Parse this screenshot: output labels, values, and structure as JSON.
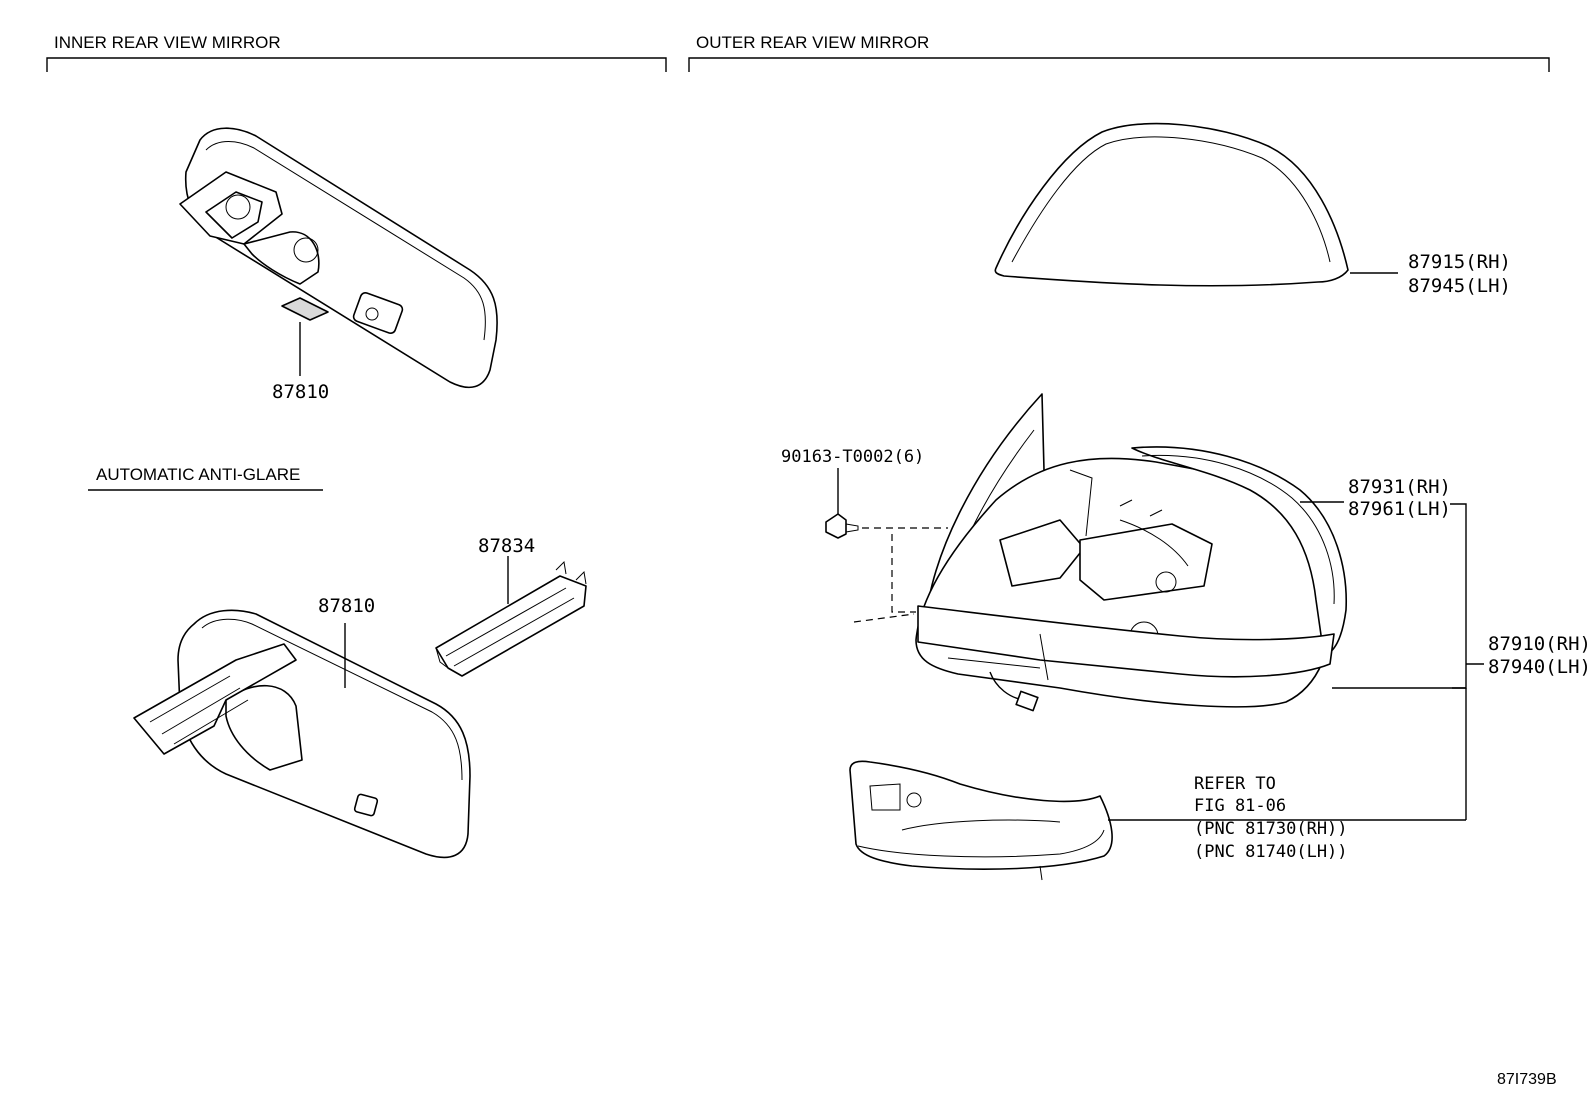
{
  "sections": {
    "inner_title": "INNER REAR VIEW MIRROR",
    "outer_title": "OUTER REAR VIEW MIRROR",
    "anti_glare_title": "AUTOMATIC ANTI-GLARE"
  },
  "parts": {
    "inner_mirror_pn": "87810",
    "anti_glare_mirror_pn": "87810",
    "bracket_pn": "87834",
    "screw_pn": "90163-T0002(6)",
    "cover_rh": "87915(RH)",
    "cover_lh": "87945(LH)",
    "glass_rh": "87931(RH)",
    "glass_lh": "87961(LH)",
    "assy_rh": "87910(RH)",
    "assy_lh": "87940(LH)"
  },
  "reference": {
    "line1": "REFER TO",
    "line2": "FIG 81-06",
    "line3": "(PNC 81730(RH))",
    "line4": "(PNC 81740(LH))"
  },
  "figure_id": "87I739B"
}
